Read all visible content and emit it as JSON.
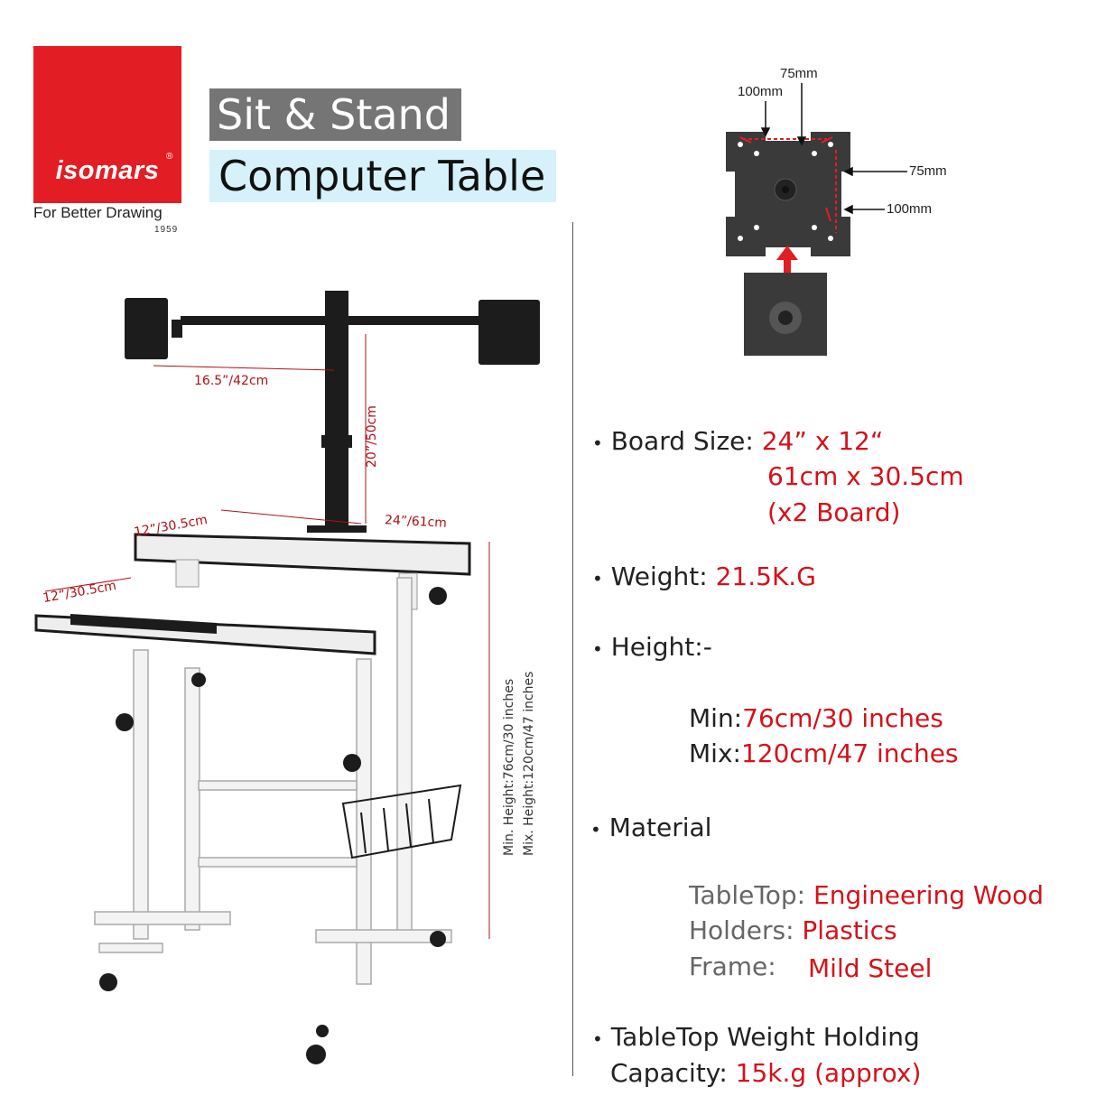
{
  "brand": {
    "logo_text": "isomars",
    "registered_mark": "®",
    "tagline": "For Better Drawing",
    "year": "1959",
    "color": "#e31d24"
  },
  "title": {
    "line1": "Sit & Stand",
    "line2": "Computer Table"
  },
  "mount_diagram": {
    "label_75_top": "75mm",
    "label_100_top": "100mm",
    "label_75_side": "75mm",
    "label_100_side": "100mm"
  },
  "product_dims": {
    "arm_length": "16.5”/42cm",
    "pole_height": "20”/50cm",
    "top_depth": "12”/30.5cm",
    "top_width": "24”/61cm",
    "lower_depth": "12”/30.5cm",
    "min_height": "Min. Height:76cm/30 inches",
    "max_height": "Mix. Height:120cm/47 inches"
  },
  "specs": {
    "board_label": "Board Size:",
    "board_in": "24” x 12“",
    "board_cm": "61cm x 30.5cm",
    "board_count": "(x2 Board)",
    "weight_label": "Weight:",
    "weight_value": "21.5K.G",
    "height_label": "Height:-",
    "min_label": "Min:",
    "min_value": "76cm/30 inches",
    "max_label": "Mix:",
    "max_value": "120cm/47 inches",
    "material_label": "Material",
    "tabletop_label": "TableTop:",
    "tabletop_value": "Engineering Wood",
    "holders_label": "Holders:",
    "holders_value": "Plastics",
    "frame_label": "Frame:",
    "frame_value": "Mild Steel",
    "capacity_label_1": "TableTop Weight Holding",
    "capacity_label_2": "Capacity:",
    "capacity_value": "15k.g (approx)",
    "bullet": "•"
  }
}
